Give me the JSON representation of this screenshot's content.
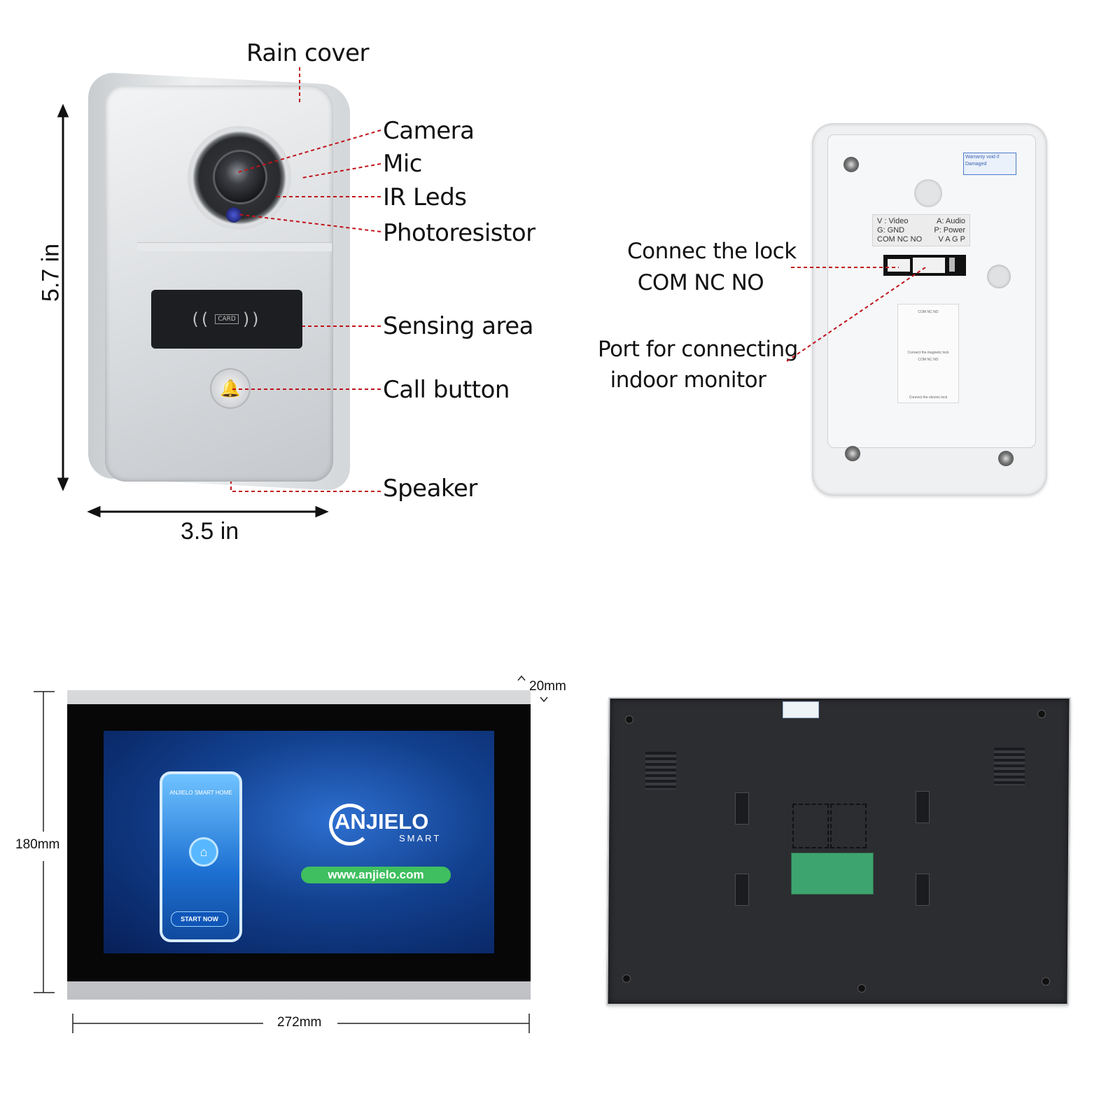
{
  "doorbell_front": {
    "labels": {
      "rain_cover": "Rain cover",
      "camera": "Camera",
      "mic": "Mic",
      "ir_leds": "IR Leds",
      "photoresistor": "Photoresistor",
      "sensing_area": "Sensing area",
      "call_button": "Call button",
      "speaker": "Speaker"
    },
    "height_label": "5.7 in",
    "width_label": "3.5 in",
    "card_text": "CARD"
  },
  "doorbell_back": {
    "labels": {
      "lock_line1": "Connec the lock",
      "lock_line2": "COM NC NO",
      "port_line1": "Port for connecting",
      "port_line2": "indoor monitor"
    },
    "pin_legend": {
      "row1_left": "V : Video",
      "row1_right": "A: Audio",
      "row2_left": "G: GND",
      "row2_right": "P: Power",
      "row3_left": "COM NC NO",
      "row3_right": "V A G P"
    },
    "warranty_text": "Warranty void if Damaged",
    "diagram_caption_1": "Connect the magnetic lock",
    "diagram_caption_2": "Connect the electric lock",
    "diagram_pins": "COM NC NO"
  },
  "monitor_front": {
    "depth_label": "20mm",
    "height_label": "180mm",
    "width_label": "272mm",
    "screen": {
      "app_title": "ANJIELO SMART HOME",
      "start_button": "START NOW",
      "brand": "ANJIELO",
      "brand_sub": "SMART",
      "url": "www.anjielo.com"
    }
  },
  "icons": [
    "house-icon",
    "bell-icon",
    "rfid-wave-icon"
  ],
  "colors": {
    "leader_line": "#c0141b",
    "screen_blue": "#12408e",
    "url_green": "#3fbf5f",
    "pcb_green": "#3ea46f"
  }
}
